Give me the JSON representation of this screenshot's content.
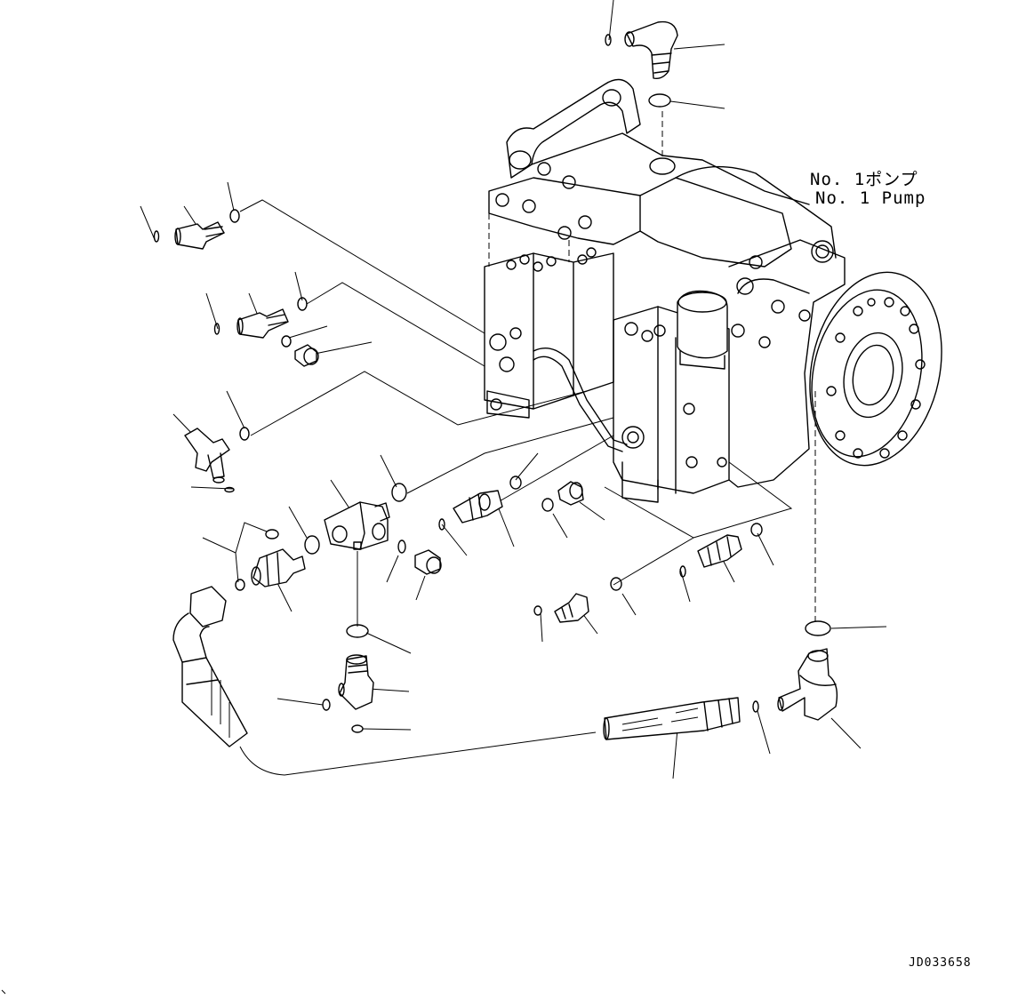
{
  "diagram": {
    "pump_label_jp": "No. 1ポンプ",
    "pump_label_en": "No. 1 Pump",
    "drawing_code": "JD033658"
  },
  "icons": {
    "pump_assembly": "hydraulic-pump-icon",
    "elbow": "elbow-fitting-icon",
    "o_ring": "o-ring-icon",
    "plug": "plug-icon",
    "tee": "tee-fitting-icon",
    "hose": "hose-icon"
  }
}
